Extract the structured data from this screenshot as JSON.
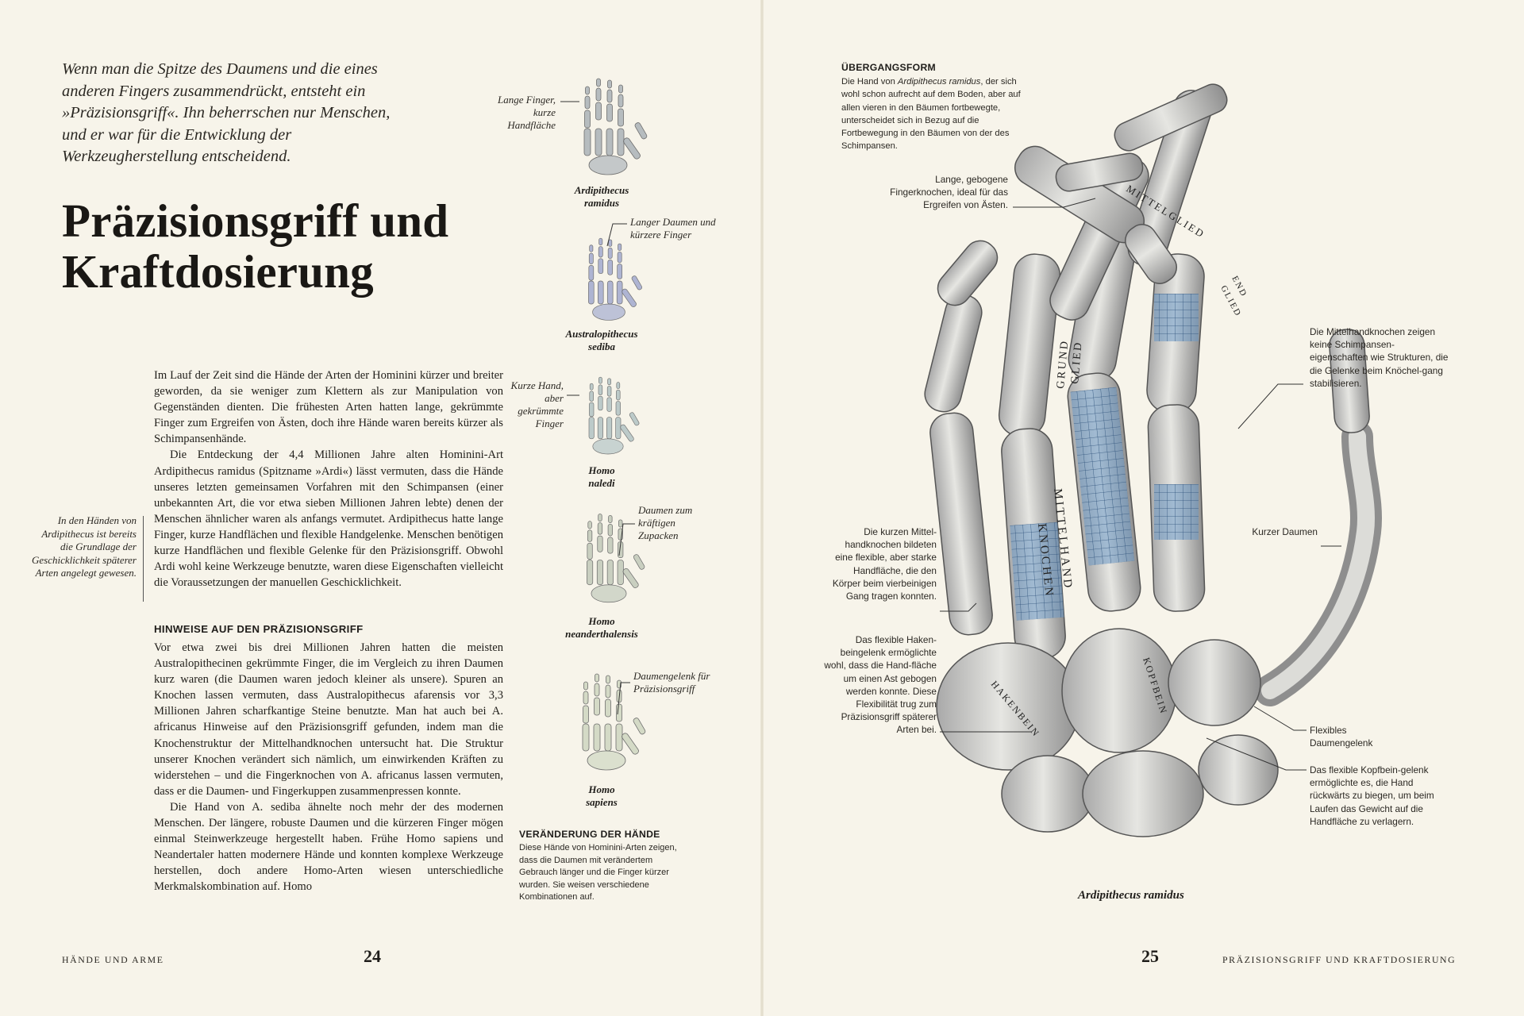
{
  "intro": "Wenn man die Spitze des Daumens und die eines anderen Fingers zusammendrückt, entsteht ein »Präzisionsgriff«. Ihn beherrschen nur Menschen, und er war für die Entwicklung der Werkzeugherstellung entscheidend.",
  "title_line1": "Präzisionsgriff und",
  "title_line2": "Kraftdosierung",
  "body1": [
    "Im Lauf der Zeit sind die Hände der Arten der Hominini kürzer und breiter geworden, da sie weniger zum Klettern als zur Manipulation von Gegenständen dienten. Die frühesten Arten hatten lange, gekrümmte Finger zum Ergreifen von Ästen, doch ihre Hände waren bereits kürzer als Schimpansenhände.",
    "Die Entdeckung der 4,4 Millionen Jahre alten Hominini-Art Ardipithecus ramidus (Spitzname »Ardi«) lässt vermuten, dass die Hände unseres letzten gemeinsamen Vorfahren mit den Schimpansen (einer unbekannten Art, die vor etwa sieben Millionen Jahren lebte) denen der Menschen ähnlicher waren als anfangs vermutet. Ardipithecus hatte lange Finger, kurze Handflächen und flexible Handgelenke. Menschen benötigen kurze Handflächen und flexible Gelenke für den Präzisionsgriff. Obwohl Ardi wohl keine Werkzeuge benutzte, waren diese Eigenschaften vielleicht die Voraussetzungen der manuellen Geschicklichkeit."
  ],
  "margin_note": "In den Händen von Ardipithecus ist bereits die Grundlage der Geschicklichkeit späterer Arten angelegt gewesen.",
  "subhead": "HINWEISE AUF DEN PRÄZISIONSGRIFF",
  "body2": [
    "Vor etwa zwei bis drei Millionen Jahren hatten die meisten Australopithecinen gekrümmte Finger, die im Vergleich zu ihren Daumen kurz waren (die Daumen waren jedoch kleiner als unsere). Spuren an Knochen lassen vermuten, dass Australopithecus afarensis vor 3,3 Millionen Jahren scharfkantige Steine benutzte. Man hat auch bei A. africanus Hinweise auf den Präzisionsgriff gefunden, indem man die Knochenstruktur der Mittelhandknochen untersucht hat. Die Struktur unserer Knochen verändert sich nämlich, um einwirkenden Kräften zu widerstehen – und die Fingerknochen von A. africanus lassen vermuten, dass er die Daumen- und Fingerkuppen zusammenpressen konnte.",
    "Die Hand von A. sediba ähnelte noch mehr der des modernen Menschen. Der längere, robuste Daumen und die kürzeren Finger mögen einmal Steinwerkzeuge hergestellt haben. Frühe Homo sapiens und Neandertaler hatten modernere Hände und konnten komplexe Werkzeuge herstellen, doch andere Homo-Arten wiesen unterschiedliche Merkmalskombination auf. Homo"
  ],
  "hands": [
    {
      "label": "Lange Finger, kurze Handfläche",
      "name1": "Ardipithecus",
      "name2": "ramidus",
      "color": "#9aa4ad"
    },
    {
      "label": "Langer Daumen und kürzere Finger",
      "name1": "Australopithecus",
      "name2": "sediba",
      "color": "#8e99c7"
    },
    {
      "label": "Kurze Hand, aber gekrümmte Finger",
      "name1": "Homo",
      "name2": "naledi",
      "color": "#a3b8bb"
    },
    {
      "label": "Daumen zum kräftigen Zupacken",
      "name1": "Homo",
      "name2": "neanderthalensis",
      "color": "#b5bfae"
    },
    {
      "label": "Daumengelenk für Präzisionsgriff",
      "name1": "Homo",
      "name2": "sapiens",
      "color": "#c5cfb7"
    }
  ],
  "caption_head": "VERÄNDERUNG DER HÄNDE",
  "caption_text": "Diese Hände von Hominini-Arten zeigen, dass die Daumen mit verändertem Gebrauch länger und die Finger kürzer wurden. Sie weisen verschiedene Kombinationen auf.",
  "folio_left": {
    "label": "HÄNDE UND ARME",
    "num": "24"
  },
  "folio_right": {
    "label": "PRÄZISIONSGRIFF UND KRAFTDOSIERUNG",
    "num": "25"
  },
  "box_head": "ÜBERGANGSFORM",
  "box_text": "Die Hand von Ardipithecus ramidus, der sich wohl schon aufrecht auf dem Boden, aber auf allen vieren in den Bäumen fortbewegte, unterscheidet sich in Bezug auf die Fortbewegung in den Bäumen von der des Schimpansen.",
  "annotations": {
    "finger": "Lange, gebogene Fingerknochen, ideal für das Ergreifen von Ästen.",
    "mittelhand_right": "Die Mittelhandknochen zeigen keine Schimpansen-eigenschaften wie Strukturen, die die Gelenke beim Knöchel-gang stabilisieren.",
    "kurze_mittel": "Die kurzen Mittel-handknochen bildeten eine flexible, aber starke Handfläche, die den Körper beim vierbeinigen Gang tragen konnten.",
    "daumen": "Kurzer Daumen",
    "haken": "Das flexible Haken-beingelenk ermöglichte wohl, dass die Hand-fläche um einen Ast gebogen werden konnte. Diese Flexibilität trug zum Präzisionsgriff späterer Arten bei.",
    "daumengelenk": "Flexibles Daumengelenk",
    "kopfbein": "Das flexible Kopfbein-gelenk ermöglichte es, die Hand rückwärts zu biegen, um beim Laufen das Gewicht auf die Handfläche zu verlagern."
  },
  "bone_labels": {
    "mittelglied": "MITTELGLIED",
    "endglied1": "END",
    "endglied2": "GLIED",
    "grund1": "GRUND",
    "grund2": "GLIED",
    "mh1": "MITTELHAND",
    "mh2": "KNOCHEN",
    "kopfbein": "KOPFBEIN",
    "hakenbein": "HAKENBEIN"
  },
  "big_caption": "Ardipithecus ramidus"
}
